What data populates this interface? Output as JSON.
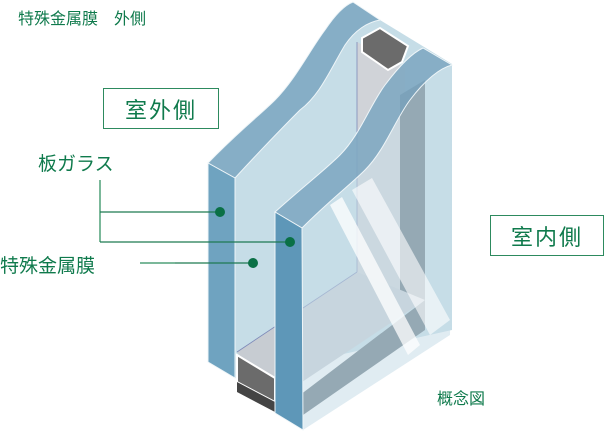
{
  "labels": {
    "top_caption": "特殊金属膜　外側",
    "outdoor": "室外側",
    "sheet_glass": "板ガラス",
    "metal_film": "特殊金属膜",
    "indoor": "室内側",
    "concept": "概念図"
  },
  "colors": {
    "text_green": "#0f7a4c",
    "leader_green": "#1d7a52",
    "glass_edge": "#6fa3c0",
    "glass_top": "#86aec6",
    "glass_face": "#c6dde7",
    "spacer_dark": "#5a5a5a"
  }
}
